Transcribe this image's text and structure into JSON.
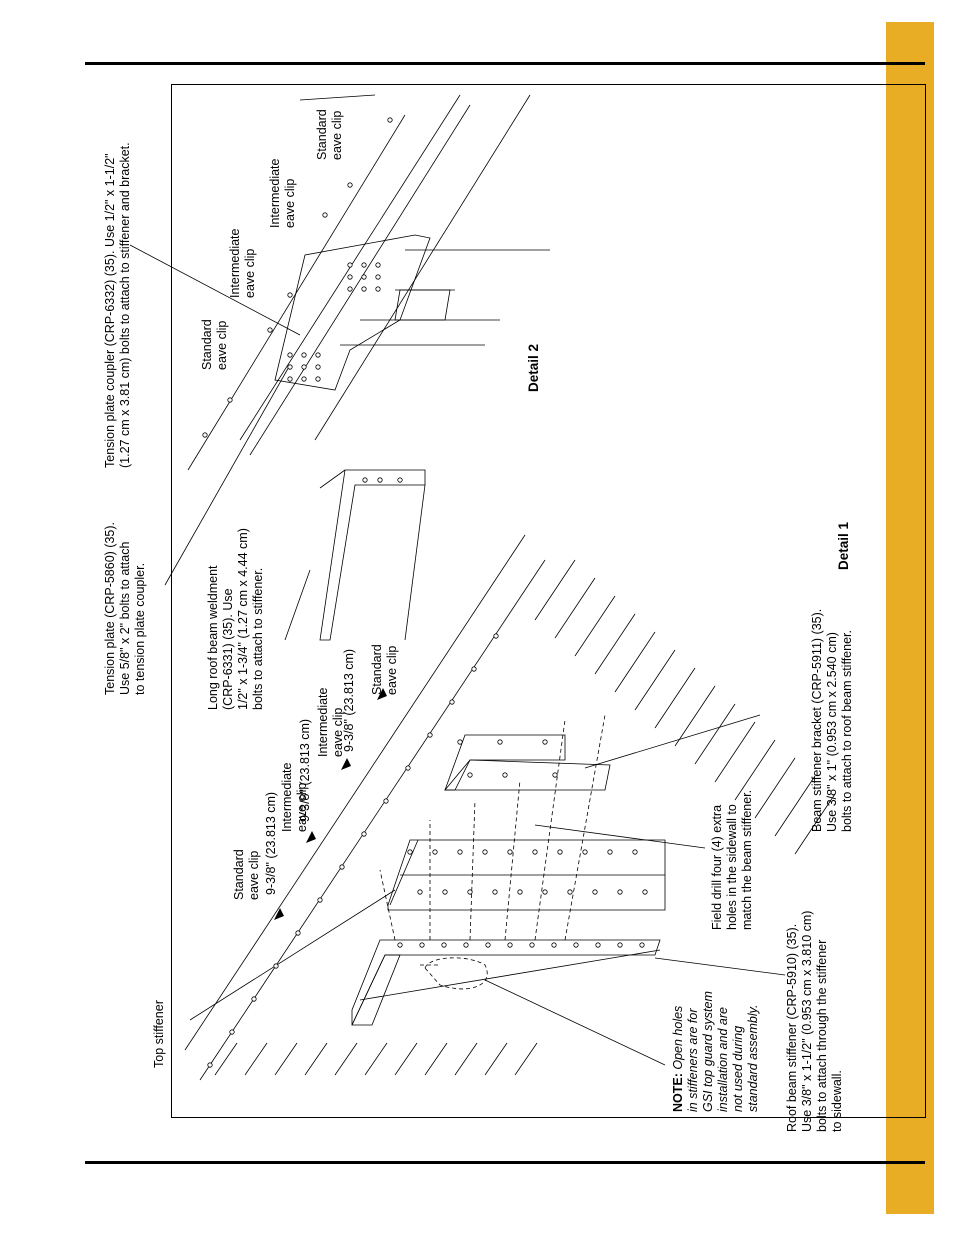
{
  "colors": {
    "tab": "#e9ad25",
    "line": "#000000"
  },
  "labels": {
    "top_stiffener": "Top stiffener",
    "note_head": "NOTE:",
    "note_l1": " Open holes",
    "note_l2": "in stiffeners are for",
    "note_l3": "GSI top guard system",
    "note_l4": "installation and are",
    "note_l5": "not used during",
    "note_l6": "standard assembly.",
    "roof_beam_stiffener": "Roof beam stiffener (CRP-5910) (35).\nUse 3/8\" x 1-1/2\" (0.953 cm x 3.810 cm)\nbolts to attach through the stiffener\nto sidewall.",
    "field_drill": "Field drill four (4) extra\nholes in the sidewall to\nmatch the beam stiffener.",
    "beam_stiffener_bracket": "Beam stiffener bracket (CRP-5911) (35).\nUse 3/8\" x 1\" (0.953 cm x 2.540 cm)\nbolts to attach to roof beam stiffener.",
    "detail1": "Detail 1",
    "standard_clip_1": "Standard\neave clip",
    "intermediate_clip_1": "Intermediate\neave clip",
    "intermediate_clip_2": "Intermediate\neave clip",
    "standard_clip_2": "Standard\neave clip",
    "dim_1": "9-3/8\" (23.813 cm)",
    "dim_2": "9-3/8\" (23.813 cm)",
    "dim_3": "9-3/8\" (23.813 cm)",
    "long_roof_beam": "Long roof beam weldment\n(CRP-6331) (35). Use\n1/2\" x 1-3/4\" (1.27 cm x 4.44 cm)\nbolts to attach to stiffener.",
    "tension_plate": "Tension plate (CRP-5860) (35).\nUse 5/8\" x 2\" bolts to attach\nto tension plate coupler.",
    "tension_plate_coupler": "Tension plate coupler (CRP-6332) (35). Use 1/2\" x 1-1/2\"\n(1.27 cm x 3.81 cm) bolts to attach to stiffener and bracket.",
    "detail2": "Detail 2",
    "standard_clip_3": "Standard\neave clip",
    "intermediate_clip_3": "Intermediate\neave clip",
    "intermediate_clip_4": "Intermediate\neave clip",
    "standard_clip_4": "Standard\neave clip"
  }
}
